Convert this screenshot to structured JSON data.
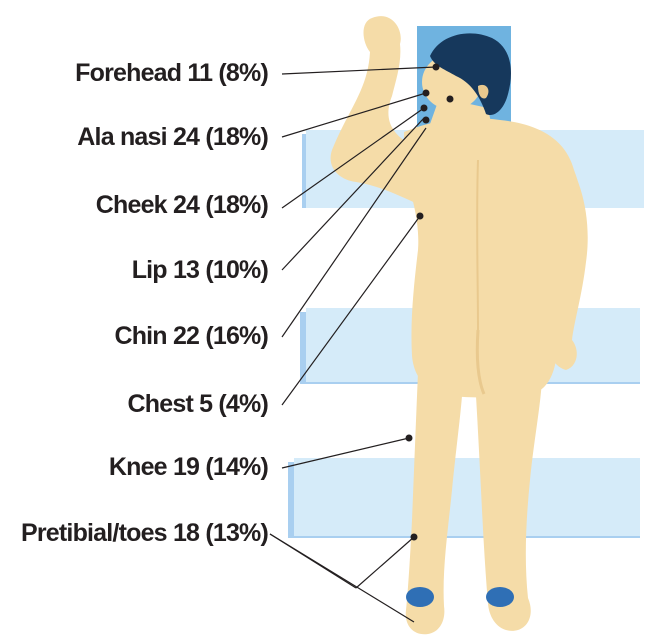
{
  "labels": [
    {
      "site": "Forehead",
      "count": "11",
      "pct": "(8%)"
    },
    {
      "site": "Ala nasi",
      "count": "24",
      "pct": "(18%)"
    },
    {
      "site": "Cheek",
      "count": "24",
      "pct": "(18%)"
    },
    {
      "site": "Lip",
      "count": "13",
      "pct": "(10%)"
    },
    {
      "site": "Chin",
      "count": "22",
      "pct": "(16%)"
    },
    {
      "site": "Chest",
      "count": "5",
      "pct": "(4%)"
    },
    {
      "site": "Knee",
      "count": "19",
      "pct": "(14%)"
    },
    {
      "site": "Pretibial/toes",
      "count": "18",
      "pct": "(13%)"
    }
  ],
  "colors": {
    "skin": "#f5dca8",
    "skin_shadow": "#e9c98e",
    "hair": "#16385c",
    "pillow": "#6fb3e0",
    "pad": "#d5ebf9",
    "pad_edge": "#a9cff0",
    "toe_pad": "#2f6fb5",
    "leader_line": "#231f20",
    "text": "#231f20"
  }
}
